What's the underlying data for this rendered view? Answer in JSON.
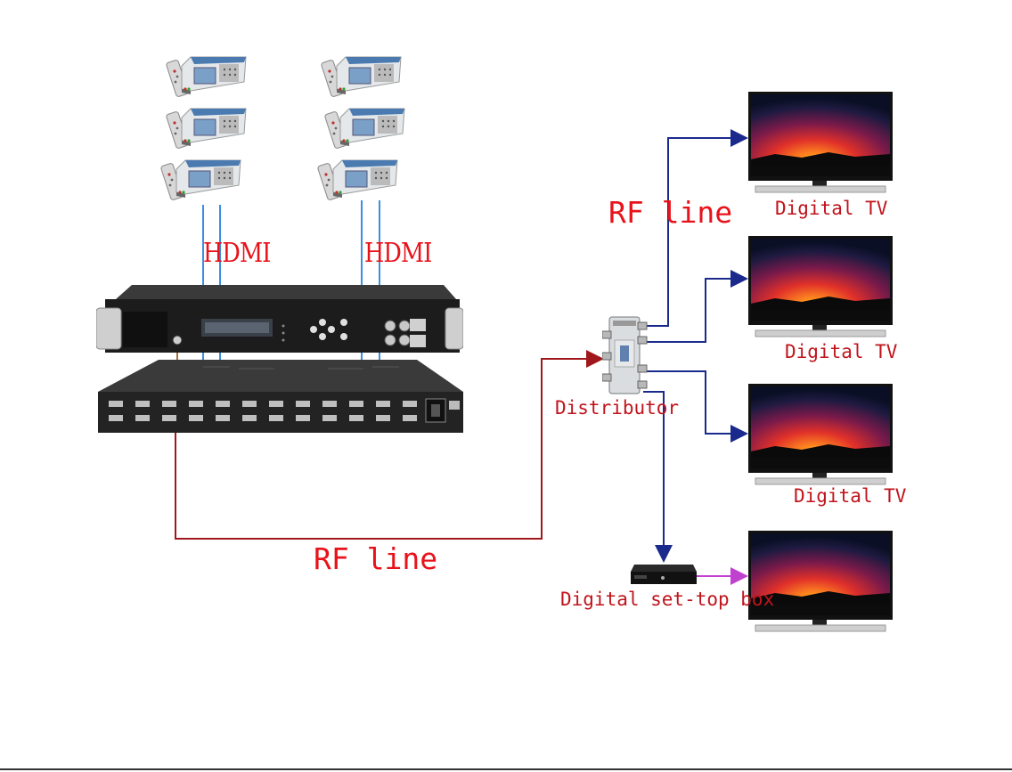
{
  "labels": {
    "hdmi_left": "HDMI",
    "hdmi_right": "HDMI",
    "rf_line_top": "RF line",
    "rf_line_bottom": "RF line",
    "distributor": "Distributor",
    "tv_1": "Digital TV",
    "tv_2": "Digital TV",
    "tv_3": "Digital TV",
    "set_top_box": "Digital set-top box"
  },
  "colors": {
    "hdmi_line": "#3b8fe0",
    "rf_line": "#a0181c",
    "distribution_line": "#1a2a8c",
    "stb_to_tv_line": "#c040d0",
    "label_red": "#e8121a"
  },
  "icons": {
    "receiver": "satellite-receiver-icon",
    "encoder": "encoder-modulator-icon",
    "distributor": "rf-splitter-icon",
    "tv": "tv-icon",
    "stb": "set-top-box-icon"
  }
}
